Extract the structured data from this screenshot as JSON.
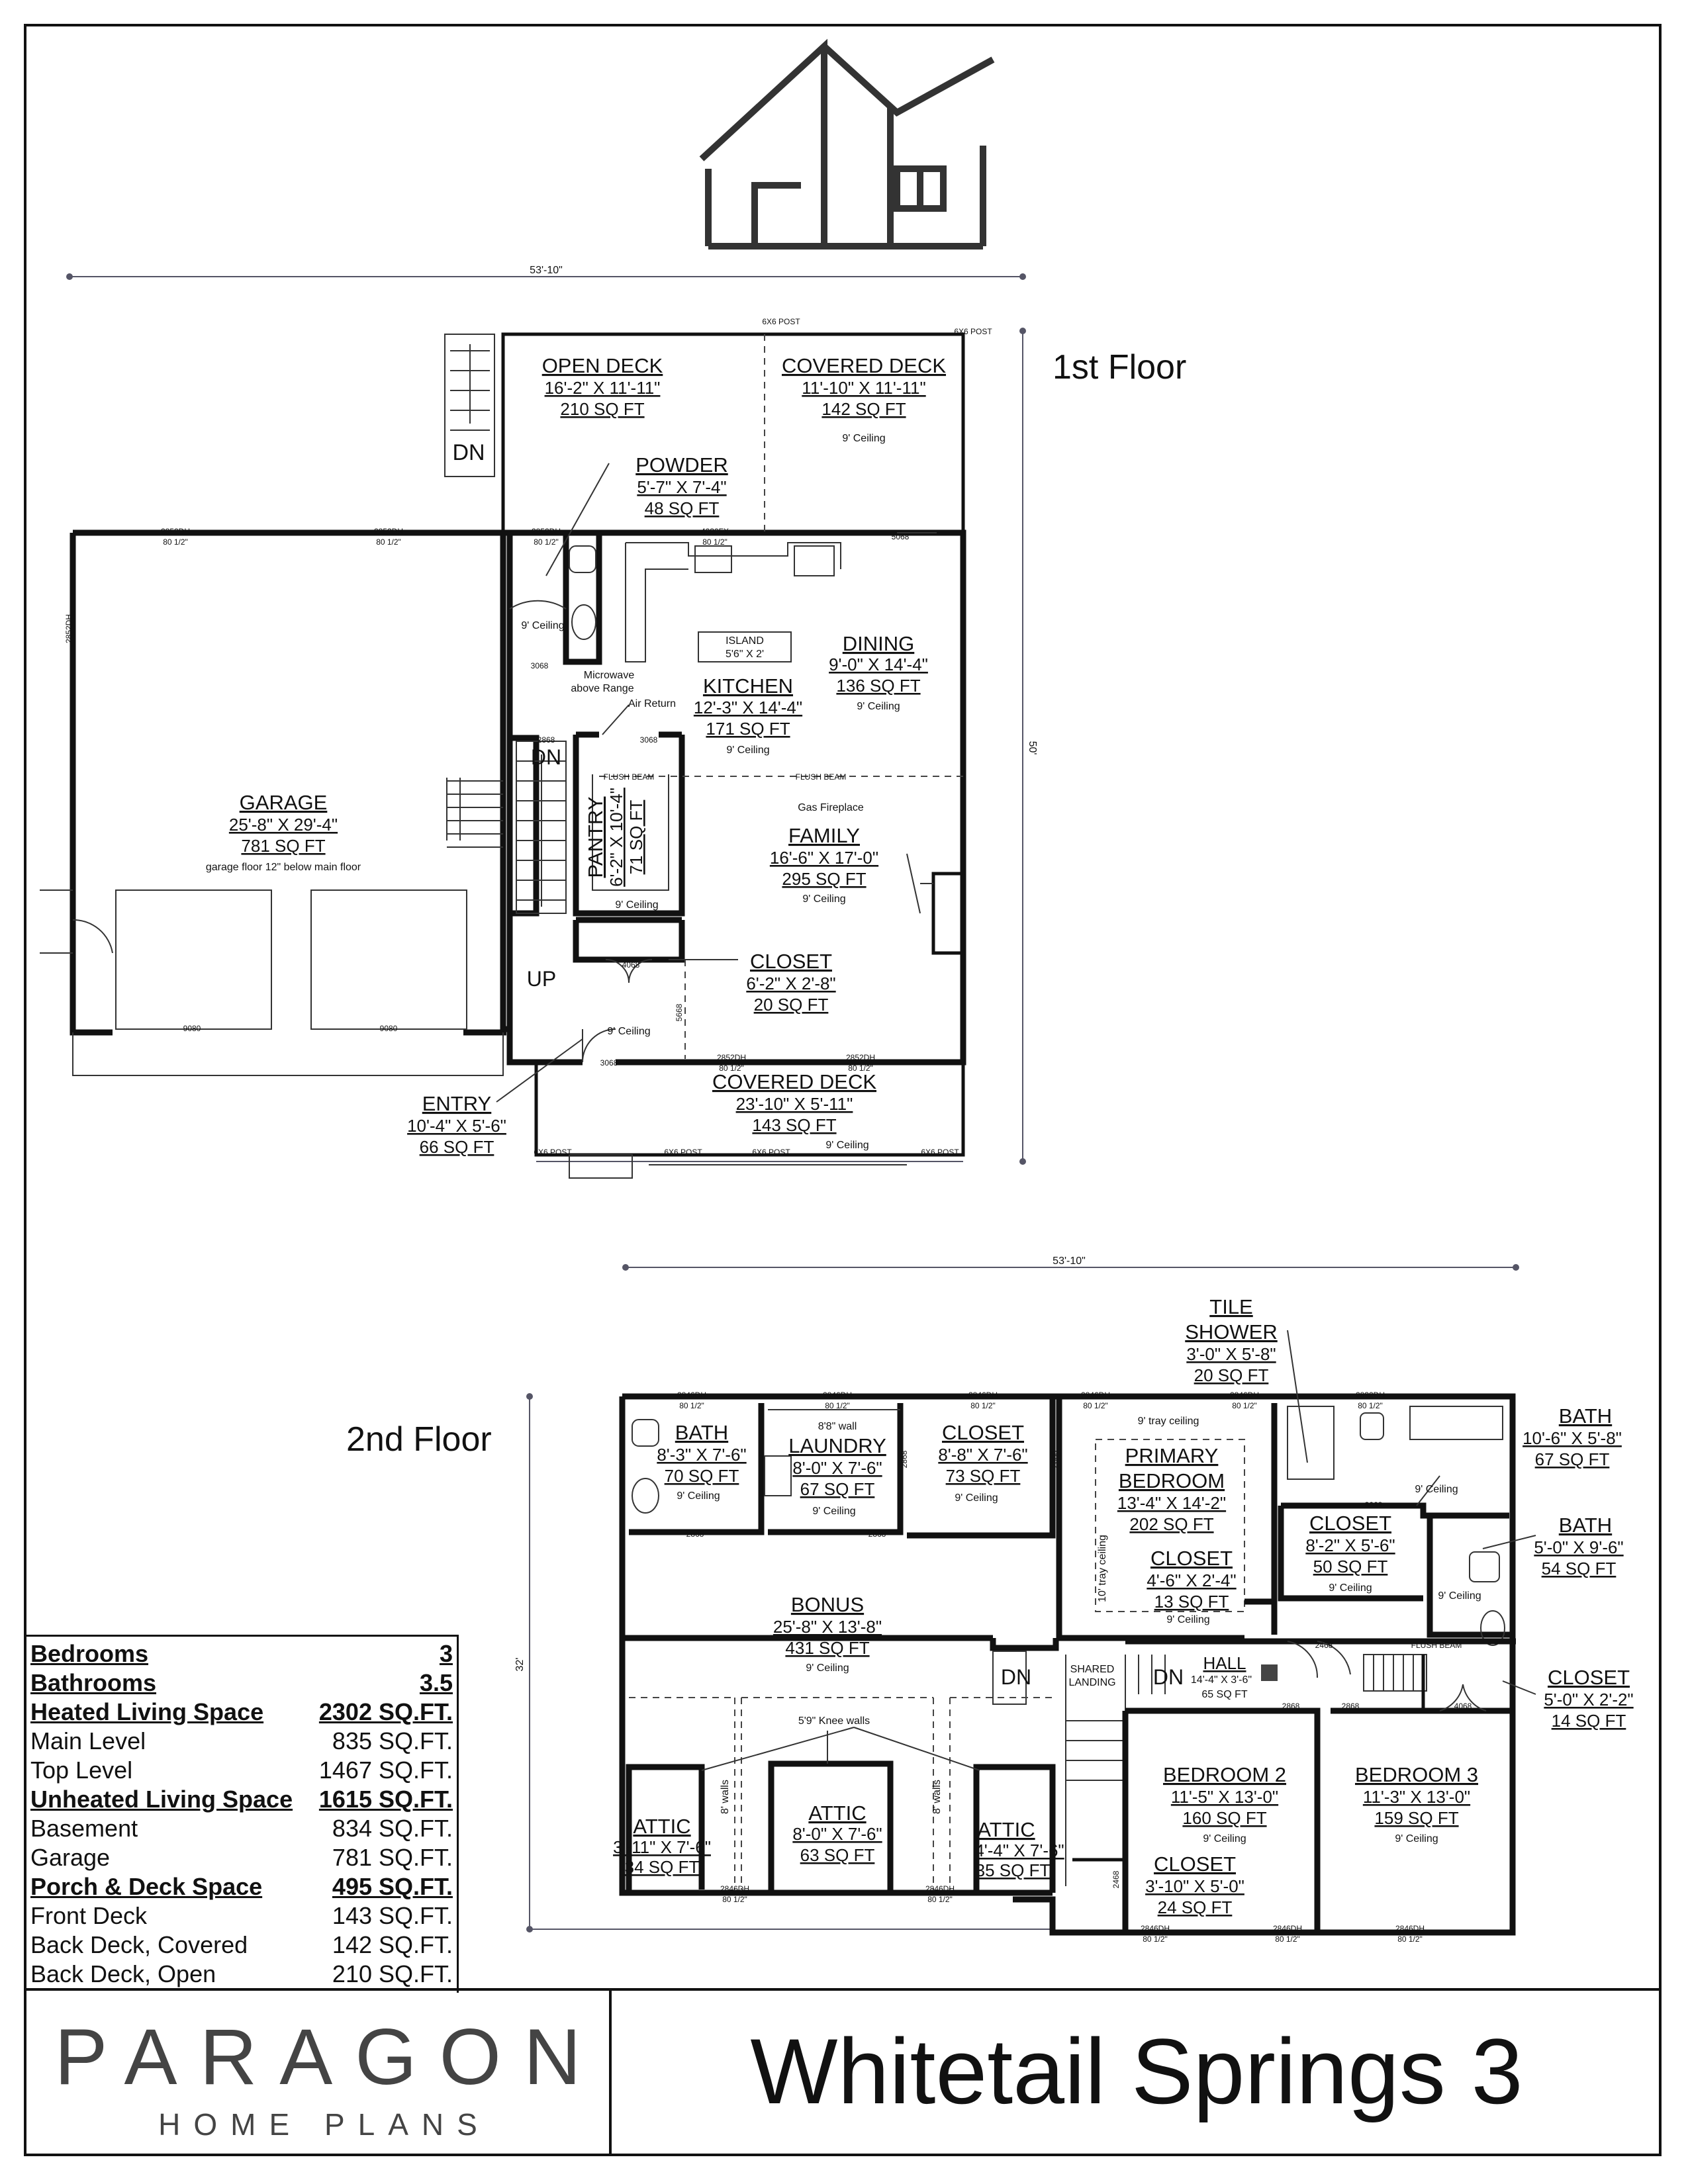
{
  "floors": {
    "first": "1st Floor",
    "second": "2nd Floor"
  },
  "dimensions": {
    "first_width": "53'-10\"",
    "first_depth": "50'",
    "second_width": "53'-10\"",
    "second_depth": "32'"
  },
  "rooms_first": {
    "open_deck": {
      "name": "OPEN DECK",
      "size": "16'-2\" X 11'-11\"",
      "area": "210 SQ FT"
    },
    "covered_deck_back": {
      "name": "COVERED DECK",
      "size": "11'-10\" X 11'-11\"",
      "area": "142 SQ FT",
      "ceiling": "9' Ceiling"
    },
    "powder": {
      "name": "POWDER",
      "size": "5'-7\" X 7'-4\"",
      "area": "48 SQ FT"
    },
    "kitchen": {
      "name": "KITCHEN",
      "size": "12'-3\" X 14'-4\"",
      "area": "171 SQ FT",
      "ceiling": "9' Ceiling"
    },
    "dining": {
      "name": "DINING",
      "size": "9'-0\" X 14'-4\"",
      "area": "136 SQ FT",
      "ceiling": "9' Ceiling"
    },
    "garage": {
      "name": "GARAGE",
      "size": "25'-8\" X 29'-4\"",
      "area": "781 SQ FT",
      "note": "garage floor 12\" below main floor"
    },
    "pantry": {
      "name": "PANTRY",
      "size": "6'-2\" X 10'-4\"",
      "area": "71 SQ FT",
      "ceiling": "9' Ceiling"
    },
    "family": {
      "name": "FAMILY",
      "size": "16'-6\" X 17'-0\"",
      "area": "295 SQ FT",
      "ceiling": "9' Ceiling",
      "fireplace": "Gas Fireplace"
    },
    "closet": {
      "name": "CLOSET",
      "size": "6'-2\" X 2'-8\"",
      "area": "20 SQ FT"
    },
    "entry": {
      "name": "ENTRY",
      "size": "10'-4\" X 5'-6\"",
      "area": "66 SQ FT",
      "ceiling": "9' Ceiling"
    },
    "covered_deck_front": {
      "name": "COVERED DECK",
      "size": "23'-10\" X 5'-11\"",
      "area": "143 SQ FT",
      "ceiling": "9' Ceiling"
    }
  },
  "notes_first": {
    "island": "ISLAND",
    "island_size": "5'6\" X 2'",
    "microwave": "Microwave",
    "above_range": "above Range",
    "air_return": "Air Return",
    "flush_beam": "FLUSH BEAM",
    "dn": "DN",
    "up": "UP",
    "post": "6X6 POST",
    "powder_ceiling": "9' Ceiling",
    "win_2852": "2852DH",
    "win_half": "80 1/2\"",
    "door_3068": "3068",
    "door_2868": "2868",
    "door_4068": "4068",
    "door_5068": "5068",
    "door_5668": "5668",
    "door_9080": "9080",
    "win_4030": "4030FX"
  },
  "rooms_second": {
    "tile_shower": {
      "name1": "TILE",
      "name2": "SHOWER",
      "size": "3'-0\" X 5'-8\"",
      "area": "20 SQ FT"
    },
    "bath_a": {
      "name": "BATH",
      "size": "8'-3\" X 7'-6\"",
      "area": "70 SQ FT",
      "ceiling": "9' Ceiling"
    },
    "laundry": {
      "name": "LAUNDRY",
      "size": "8'-0\" X 7'-6\"",
      "area": "67 SQ FT",
      "ceiling": "9' Ceiling",
      "wall": "8'8\" wall"
    },
    "closet_a": {
      "name": "CLOSET",
      "size": "8'-8\" X 7'-6\"",
      "area": "73 SQ FT",
      "ceiling": "9' Ceiling"
    },
    "primary": {
      "name1": "PRIMARY",
      "name2": "BEDROOM",
      "size": "13'-4\" X 14'-2\"",
      "area": "202 SQ FT",
      "ceiling": "9' tray ceiling",
      "tray": "10' tray ceiling"
    },
    "bath_b": {
      "name": "BATH",
      "size": "10'-6\" X 5'-8\"",
      "area": "67 SQ FT",
      "ceiling": "9' Ceiling"
    },
    "closet_b": {
      "name": "CLOSET",
      "size": "8'-2\" X 5'-6\"",
      "area": "50 SQ FT",
      "ceiling": "9' Ceiling"
    },
    "bath_c": {
      "name": "BATH",
      "size": "5'-0\" X 9'-6\"",
      "area": "54 SQ FT",
      "ceiling": "9' Ceiling"
    },
    "closet_c": {
      "name": "CLOSET",
      "size": "4'-6\" X 2'-4\"",
      "area": "13 SQ FT",
      "ceiling": "9' Ceiling"
    },
    "bonus": {
      "name": "BONUS",
      "size": "25'-8\" X 13'-8\"",
      "area": "431 SQ FT",
      "ceiling": "9' Ceiling"
    },
    "hall": {
      "name": "HALL",
      "size": "14'-4\" X 3'-6\"",
      "area": "65 SQ FT"
    },
    "closet_d": {
      "name": "CLOSET",
      "size": "5'-0\" X 2'-2\"",
      "area": "14 SQ FT"
    },
    "attic_a": {
      "name": "ATTIC",
      "size": "3'-11\" X 7'-6\"",
      "area": "34 SQ FT"
    },
    "attic_b": {
      "name": "ATTIC",
      "size": "8'-0\" X 7'-6\"",
      "area": "63 SQ FT"
    },
    "attic_c": {
      "name": "ATTIC",
      "size": "4'-4\" X 7'-6\"",
      "area": "35 SQ FT"
    },
    "bedroom2": {
      "name": "BEDROOM 2",
      "size": "11'-5\" X 13'-0\"",
      "area": "160 SQ FT",
      "ceiling": "9' Ceiling"
    },
    "bedroom3": {
      "name": "BEDROOM 3",
      "size": "11'-3\" X 13'-0\"",
      "area": "159 SQ FT",
      "ceiling": "9' Ceiling"
    },
    "closet_e": {
      "name": "CLOSET",
      "size": "3'-10\" X 5'-0\"",
      "area": "24 SQ FT"
    }
  },
  "notes_second": {
    "knee_walls": "5'9\" Knee walls",
    "walls_8": "8' walls",
    "shared1": "SHARED",
    "shared2": "LANDING",
    "dn": "DN",
    "flush_beam": "FLUSH BEAM",
    "win_2846": "2846DH",
    "win_2832": "2832DH",
    "win_half": "80 1/2\"",
    "door_2868": "2868",
    "door_2468": "2468",
    "door_3068": "3068",
    "door_4068": "4068"
  },
  "stats": [
    {
      "label": "Bedrooms",
      "value": "3",
      "heading": true
    },
    {
      "label": "Bathrooms",
      "value": "3.5",
      "heading": true
    },
    {
      "label": "Heated Living Space",
      "value": "2302 SQ.FT.",
      "heading": true
    },
    {
      "label": "Main Level",
      "value": "835 SQ.FT.",
      "heading": false
    },
    {
      "label": "Top Level",
      "value": "1467 SQ.FT.",
      "heading": false
    },
    {
      "label": "Unheated Living Space",
      "value": "1615 SQ.FT.",
      "heading": true
    },
    {
      "label": "Basement",
      "value": "834 SQ.FT.",
      "heading": false
    },
    {
      "label": "Garage",
      "value": "781 SQ.FT.",
      "heading": false
    },
    {
      "label": "Porch & Deck Space",
      "value": "495 SQ.FT.",
      "heading": true
    },
    {
      "label": "Front Deck",
      "value": "143 SQ.FT.",
      "heading": false
    },
    {
      "label": "Back Deck, Covered",
      "value": "142 SQ.FT.",
      "heading": false
    },
    {
      "label": "Back Deck, Open",
      "value": "210 SQ.FT.",
      "heading": false
    }
  ],
  "brand": {
    "name": "PARAGON",
    "sub": "HOME PLANS"
  },
  "plan_title": "Whitetail Springs 3",
  "icons": {
    "logo": "house-outline-logo",
    "fireplace": "fireplace-icon"
  }
}
